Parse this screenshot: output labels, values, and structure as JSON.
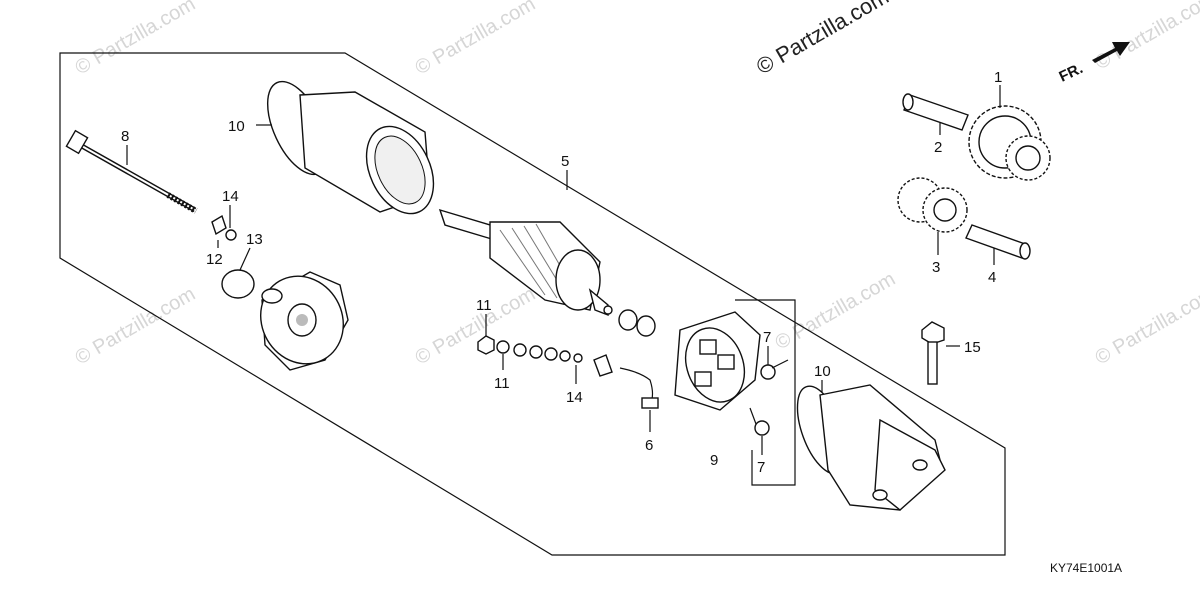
{
  "watermark": {
    "text": "© Partzilla.com"
  },
  "copyright": {
    "text": "© Partzilla.com"
  },
  "direction": {
    "label": "FR."
  },
  "diagram_code": "KY74E1001A",
  "callouts": {
    "c1": "1",
    "c2": "2",
    "c3": "3",
    "c4": "4",
    "c5": "5",
    "c6": "6",
    "c7a": "7",
    "c7b": "7",
    "c8": "8",
    "c9": "9",
    "c10a": "10",
    "c10b": "10",
    "c11a": "11",
    "c11b": "11",
    "c12": "12",
    "c13": "13",
    "c14a": "14",
    "c14b": "14",
    "c15": "15"
  }
}
